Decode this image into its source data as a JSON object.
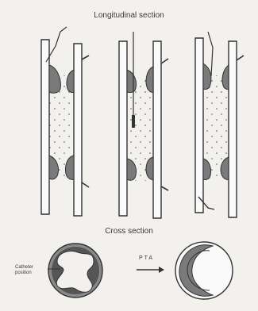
{
  "labels": {
    "longitudinal": "Longitudinal section",
    "cross": "Cross section",
    "catheter_line1": "Catheter",
    "catheter_line2": "position",
    "pta": "PTA"
  }
}
